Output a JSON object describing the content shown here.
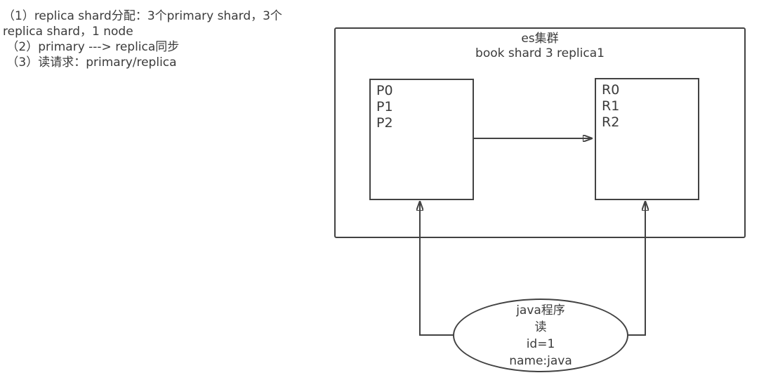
{
  "notes": {
    "lines": [
      "（1）replica shard分配：3个primary shard，3个",
      "replica shard，1 node",
      " （2）primary ---> replica同步",
      " （3）读请求：primary/replica"
    ]
  },
  "cluster": {
    "title": "es集群",
    "subtitle": "book shard 3 replica1"
  },
  "primary_box": {
    "shards": [
      "P0",
      "P1",
      "P2"
    ]
  },
  "replica_box": {
    "shards": [
      "R0",
      "R1",
      "R2"
    ]
  },
  "client": {
    "lines": [
      "java程序",
      "读",
      "id=1",
      "name:java"
    ]
  },
  "arrows": {
    "sync": "primary-to-replica-sync",
    "read_left": "client-read-to-primary",
    "read_right": "client-read-to-replica"
  },
  "colors": {
    "stroke": "#424242",
    "text": "#3b3b3b",
    "background": "#ffffff"
  }
}
